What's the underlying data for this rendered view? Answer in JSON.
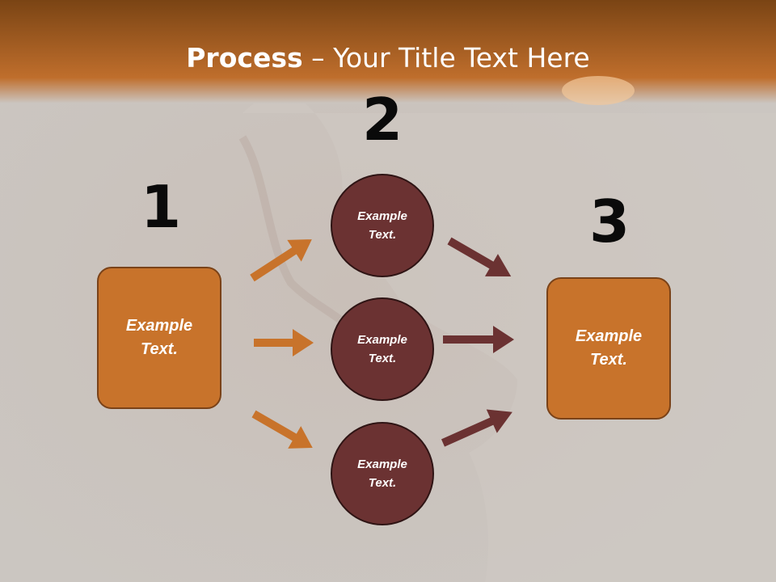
{
  "title": {
    "bold": "Process",
    "rest": " – Your Title Text Here"
  },
  "steps": {
    "one": "1",
    "two": "2",
    "three": "3"
  },
  "left_box": {
    "label": "Example\nText."
  },
  "right_box": {
    "label": "Example\nText."
  },
  "circles": [
    {
      "label": "Example\nText."
    },
    {
      "label": "Example\nText."
    },
    {
      "label": "Example\nText."
    }
  ],
  "colors": {
    "header": "#b86a2a",
    "box": "#c8732b",
    "circle": "#6b3232",
    "arrow_left": "#c8732b",
    "arrow_right": "#6b3232"
  }
}
